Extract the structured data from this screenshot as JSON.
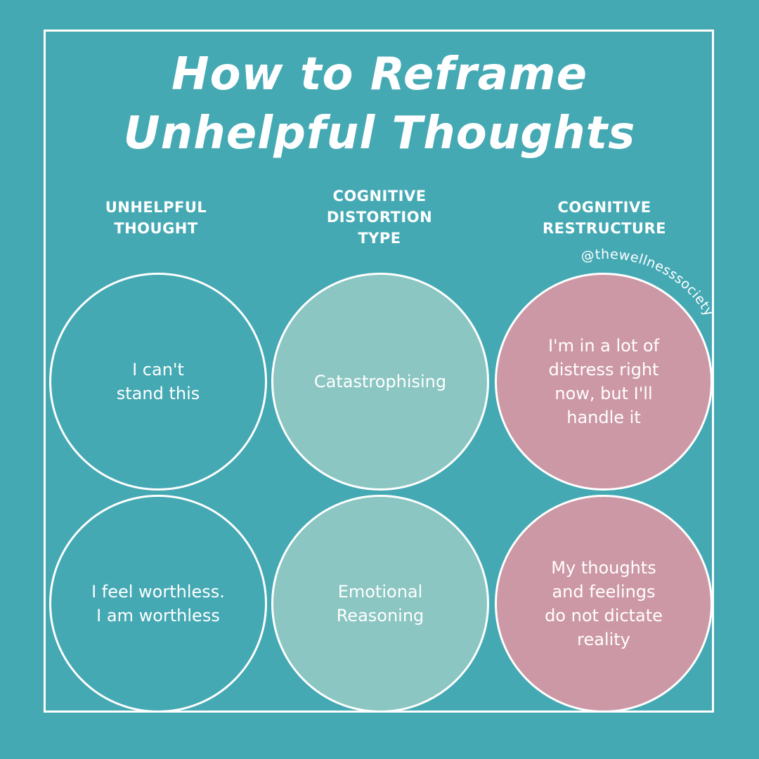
{
  "title": {
    "lines": [
      "How to Reframe",
      "Unhelpful Thoughts"
    ]
  },
  "handle": "@thewellnesssociety",
  "colors": {
    "background": "#45a9b4",
    "thought_circle": "#45a9b4",
    "distortion_circle": "#8bc6c2",
    "restructure_circle": "#cd98a6",
    "outline": "#ffffff",
    "text": "#ffffff"
  },
  "columns": [
    {
      "header": [
        "UNHELPFUL",
        "THOUGHT"
      ]
    },
    {
      "header": [
        "COGNITIVE",
        "DISTORTION",
        "TYPE"
      ]
    },
    {
      "header": [
        "COGNITIVE",
        "RESTRUCTURE"
      ]
    }
  ],
  "rows": [
    {
      "thought": [
        "I can't",
        "stand this"
      ],
      "distortion": [
        "Catastrophising"
      ],
      "restructure": [
        "I'm in a lot of",
        "distress right",
        "now, but I'll",
        "handle it"
      ]
    },
    {
      "thought": [
        "I feel worthless.",
        "I am worthless"
      ],
      "distortion": [
        "Emotional",
        "Reasoning"
      ],
      "restructure": [
        "My thoughts",
        "and feelings",
        "do not dictate",
        "reality"
      ]
    }
  ]
}
